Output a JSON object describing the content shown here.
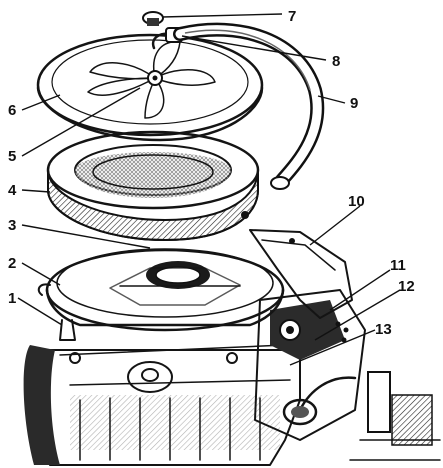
{
  "figure": {
    "subject": "air-filter-assembly",
    "callouts": [
      {
        "id": "c1",
        "label": "1"
      },
      {
        "id": "c2",
        "label": "2"
      },
      {
        "id": "c3",
        "label": "3"
      },
      {
        "id": "c4",
        "label": "4"
      },
      {
        "id": "c5",
        "label": "5"
      },
      {
        "id": "c6",
        "label": "6"
      },
      {
        "id": "c7",
        "label": "7"
      },
      {
        "id": "c8",
        "label": "8"
      },
      {
        "id": "c9",
        "label": "9"
      },
      {
        "id": "c10",
        "label": "10"
      },
      {
        "id": "c11",
        "label": "11"
      },
      {
        "id": "c12",
        "label": "12"
      },
      {
        "id": "c13",
        "label": "13"
      }
    ]
  },
  "colors": {
    "ink": "#141414",
    "background": "#ffffff",
    "shade": "#9a9a9a"
  }
}
